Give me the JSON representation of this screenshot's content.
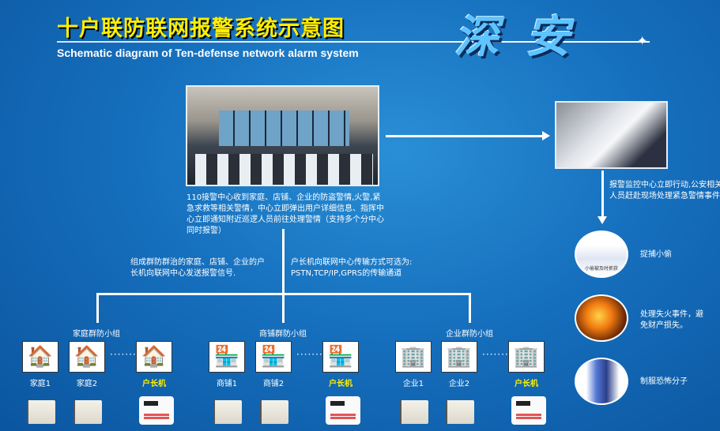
{
  "header": {
    "title_cn": "十户联防联网报警系统示意图",
    "title_en": "Schematic diagram of Ten-defense network alarm system",
    "logo_text": "深安"
  },
  "center": {
    "description": "110接警中心收到家庭、店铺、企业的防盗警情,火警,紧急求救等相关警情，中心立即弹出用户详细信息、指挥中心立即通知附近巡逻人员前往处理警情（支持多个分中心同时报警）"
  },
  "police": {
    "description": "报警监控中心立即行动,公安相关人员赶赴现场处理紧急警情事件"
  },
  "notes": {
    "left": "组成群防群治的家庭、店铺、企业的户长机向联网中心发送报警信号.",
    "right": "户长机向联网中心传输方式可选为: PSTN,TCP/IP,GPRS的传输通道"
  },
  "actions": [
    {
      "label": "捉捕小偷",
      "icon": "thief-arrest-icon",
      "caption": "小偷被及时抓获"
    },
    {
      "label": "处理失火事件，避免财产损失。",
      "icon": "fire-icon"
    },
    {
      "label": "制服恐怖分子",
      "icon": "terrorist-arrest-icon"
    }
  ],
  "groups": [
    {
      "title": "家庭群防小组",
      "icon": "house-icon",
      "members": [
        "家庭1",
        "家庭2"
      ],
      "host": "户长机"
    },
    {
      "title": "商铺群防小组",
      "icon": "shop-icon",
      "members": [
        "商铺1",
        "商铺2"
      ],
      "host": "户长机"
    },
    {
      "title": "企业群防小组",
      "icon": "building-icon",
      "members": [
        "企业1",
        "企业2"
      ],
      "host": "户长机"
    }
  ],
  "ellipsis": "·······",
  "colors": {
    "background": "#1670be",
    "title": "#ffee00",
    "host_label": "#ffee00"
  }
}
